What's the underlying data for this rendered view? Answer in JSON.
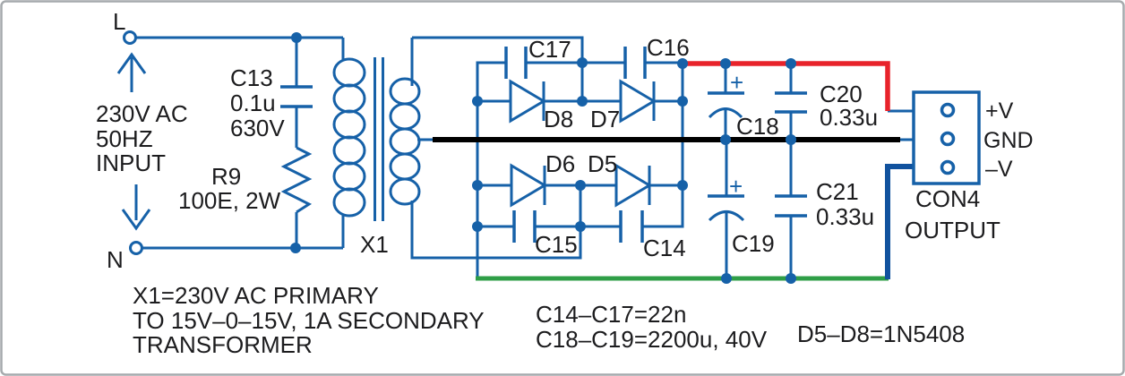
{
  "colors": {
    "wire": "#1661a8",
    "ground_rail": "#000000",
    "positive_rail": "#e8232b",
    "negative_rail": "#2f9e47",
    "negative_riser": "#11529e",
    "text": "#1c1c1e",
    "frame": "#a6aaad"
  },
  "input_section": {
    "live_terminal": "L",
    "neutral_terminal": "N",
    "label_line1": "230V AC",
    "label_line2": "50HZ",
    "label_line3": "INPUT"
  },
  "components": {
    "c13": {
      "ref": "C13",
      "value": "0.1u",
      "voltage": "630V"
    },
    "r9": {
      "ref": "R9",
      "value": "100E, 2W"
    },
    "x1": {
      "ref": "X1"
    },
    "c17": {
      "ref": "C17"
    },
    "c16": {
      "ref": "C16"
    },
    "c15": {
      "ref": "C15"
    },
    "c14": {
      "ref": "C14"
    },
    "d8": {
      "ref": "D8"
    },
    "d7": {
      "ref": "D7"
    },
    "d6": {
      "ref": "D6"
    },
    "d5": {
      "ref": "D5"
    },
    "c18": {
      "ref": "C18",
      "polarity": "+"
    },
    "c19": {
      "ref": "C19",
      "polarity": "+"
    },
    "c20": {
      "ref": "C20",
      "value": "0.33u"
    },
    "c21": {
      "ref": "C21",
      "value": "0.33u"
    }
  },
  "connector": {
    "ref": "CON4",
    "label": "OUTPUT",
    "pin_plus": "+V",
    "pin_gnd": "GND",
    "pin_minus": "–V"
  },
  "notes": {
    "transformer_line1": "X1=230V AC PRIMARY",
    "transformer_line2": "TO 15V–0–15V, 1A SECONDARY",
    "transformer_line3": "TRANSFORMER",
    "caps_small": "C14–C17=22n",
    "caps_bulk": "C18–C19=2200u, 40V",
    "diodes": "D5–D8=1N5408"
  }
}
